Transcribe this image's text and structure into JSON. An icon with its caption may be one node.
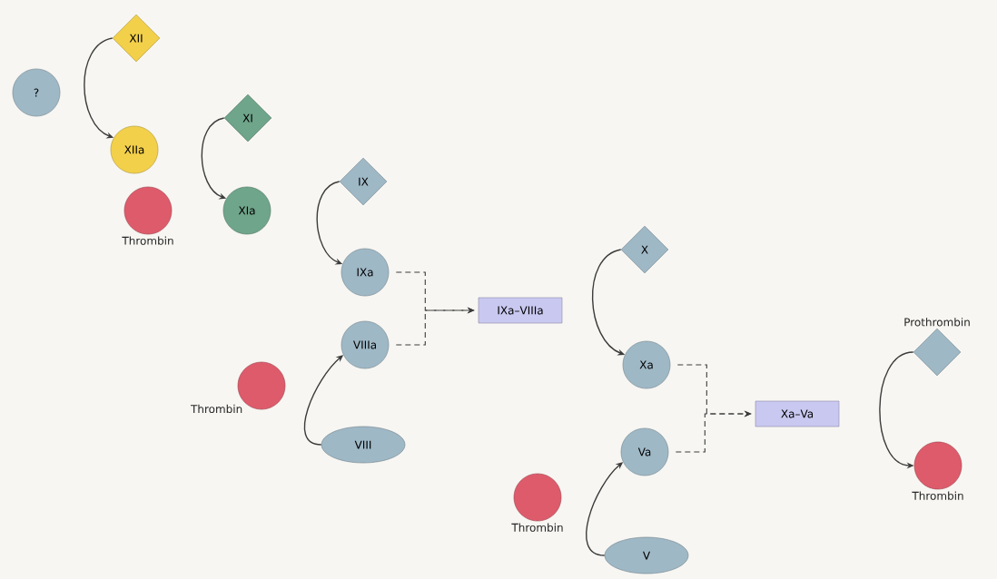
{
  "diagram": {
    "nodes": [
      {
        "text": [
          "XII"
        ]
      },
      {
        "text": [
          "?"
        ]
      },
      {
        "text": [
          "XIIa"
        ]
      },
      {
        "text": [
          "XI"
        ]
      },
      {
        "text": [
          "Thrombin"
        ]
      },
      {
        "text": [
          "XIa"
        ]
      },
      {
        "text": [
          "IX"
        ]
      },
      {
        "text": [
          "IXa"
        ]
      },
      {
        "text": [
          "VIIIa"
        ]
      },
      {
        "text": [
          "IXa–VIIIa"
        ]
      },
      {
        "text": [
          "X"
        ]
      },
      {
        "text": [
          "Thrombin"
        ]
      },
      {
        "text": [
          "VIII"
        ]
      },
      {
        "text": [
          "Xa"
        ]
      },
      {
        "text": [
          "Va"
        ]
      },
      {
        "text": [
          "Xa–Va"
        ]
      },
      {
        "text": [
          "Prothrombin"
        ]
      },
      {
        "text": [
          "Thrombin"
        ]
      },
      {
        "text": [
          "V"
        ]
      },
      {
        "text": [
          "Thrombin"
        ]
      }
    ],
    "edges": [
      {
        "from": 0,
        "to": 2,
        "arrow": "to"
      },
      {
        "from": 3,
        "to": 5,
        "arrow": "to"
      },
      {
        "from": 6,
        "to": 7,
        "arrow": "to"
      },
      {
        "from": 7,
        "to": 9,
        "arrow": "to",
        "style": "dashed"
      },
      {
        "from": 8,
        "to": 9,
        "arrow": "to",
        "style": "dashed"
      },
      {
        "from": 12,
        "to": 8,
        "arrow": "to"
      },
      {
        "from": 10,
        "to": 13,
        "arrow": "to"
      },
      {
        "from": 13,
        "to": 15,
        "arrow": "to",
        "style": "dashed"
      },
      {
        "from": 14,
        "to": 15,
        "arrow": "to",
        "style": "dashed"
      },
      {
        "from": 18,
        "to": 14,
        "arrow": "to"
      },
      {
        "from": 16,
        "to": 19,
        "arrow": "to"
      }
    ]
  }
}
